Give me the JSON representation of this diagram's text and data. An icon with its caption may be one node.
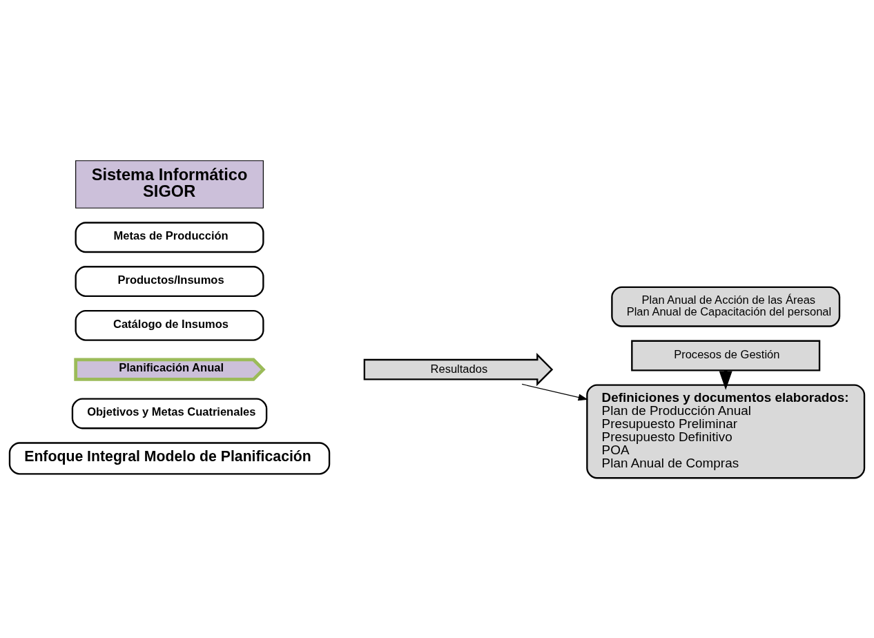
{
  "diagram": {
    "nodes": [
      {
        "text": [
          "Enfoque Integral Modelo de Planificación"
        ]
      },
      {
        "text": [
          "Objetivos y Metas Cuatrienales"
        ]
      },
      {
        "text": [
          "Planificación Anual"
        ]
      },
      {
        "text": [
          "Catálogo de Insumos"
        ]
      },
      {
        "text": [
          "Productos/Insumos"
        ]
      },
      {
        "text": [
          "Metas de Producción"
        ]
      },
      {
        "text": [
          "Sistema Informático",
          "SIGOR"
        ]
      },
      {
        "text": [
          "Resultados"
        ]
      },
      {
        "text": [
          "Procesos de Gestión"
        ]
      },
      {
        "text": [
          "Definiciones y documentos elaborados:",
          "Plan de Producción Anual",
          "Presupuesto Preliminar",
          "Presupuesto Definitivo",
          "POA",
          "Plan Anual de Compras"
        ]
      },
      {
        "text": [
          "Plan Anual de Acción de las Áreas",
          "Plan Anual de Capacitación del personal"
        ]
      }
    ],
    "edges": [
      {
        "from": 8,
        "to": 9,
        "arrow": "to",
        "style": "thick"
      },
      {
        "from": 7,
        "to": 9,
        "arrow": "to"
      }
    ]
  }
}
